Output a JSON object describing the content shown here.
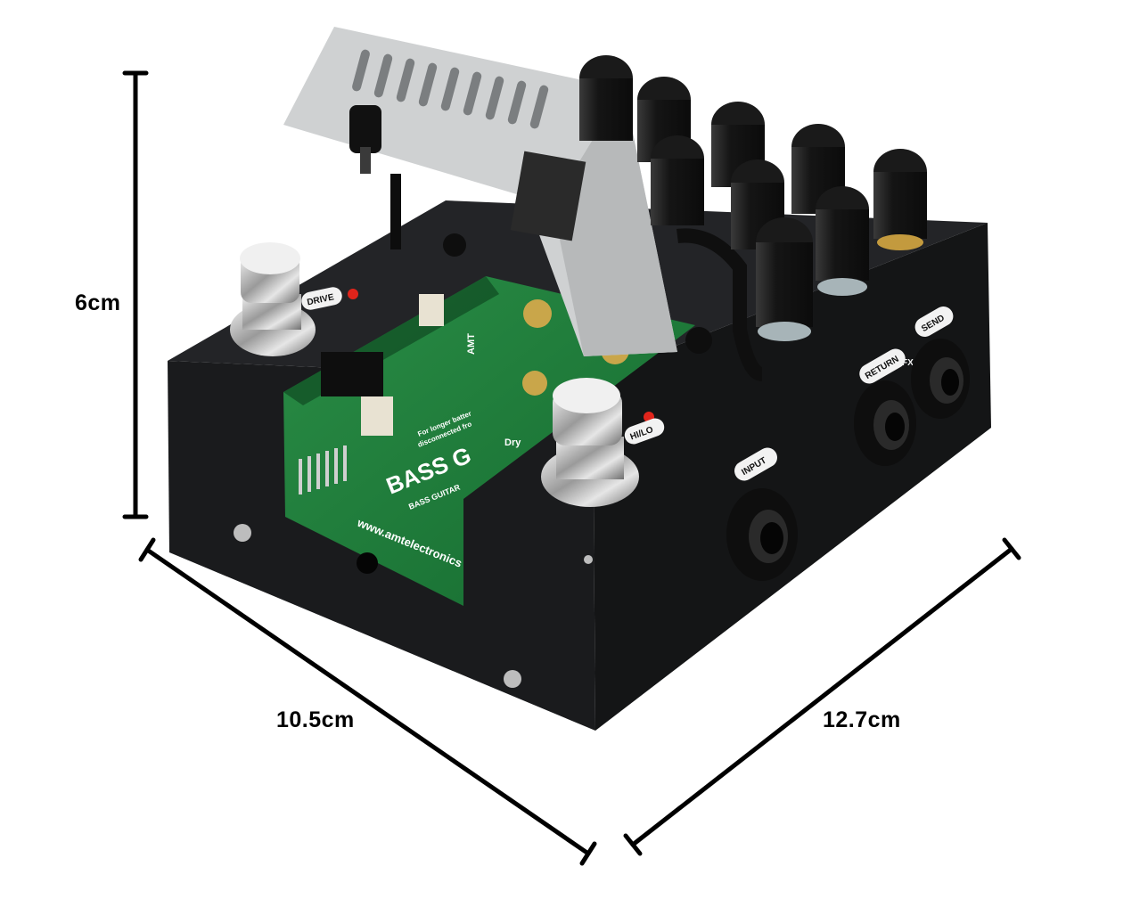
{
  "dimensions": {
    "height_label": "6cm",
    "depth_label": "10.5cm",
    "width_label": "12.7cm"
  },
  "panel_labels": {
    "drive": "DRIVE",
    "hilo": "HI/LO",
    "input": "INPUT",
    "return": "RETURN",
    "fx": "FX",
    "send": "SEND"
  },
  "pcb": {
    "brand": "BASS G",
    "sub": "BASS GUITAR",
    "url": "www.amtelectronics",
    "note_line1": "For longer batter",
    "note_line2": "disconnected fro",
    "dry": "Dry",
    "amt": "AMT"
  },
  "colors": {
    "chassis": "#1c1d1f",
    "pcb_green": "#1f7a3a",
    "cover_grey": "#c9cbcc",
    "knob": "#161616",
    "led": "#e0241b"
  }
}
